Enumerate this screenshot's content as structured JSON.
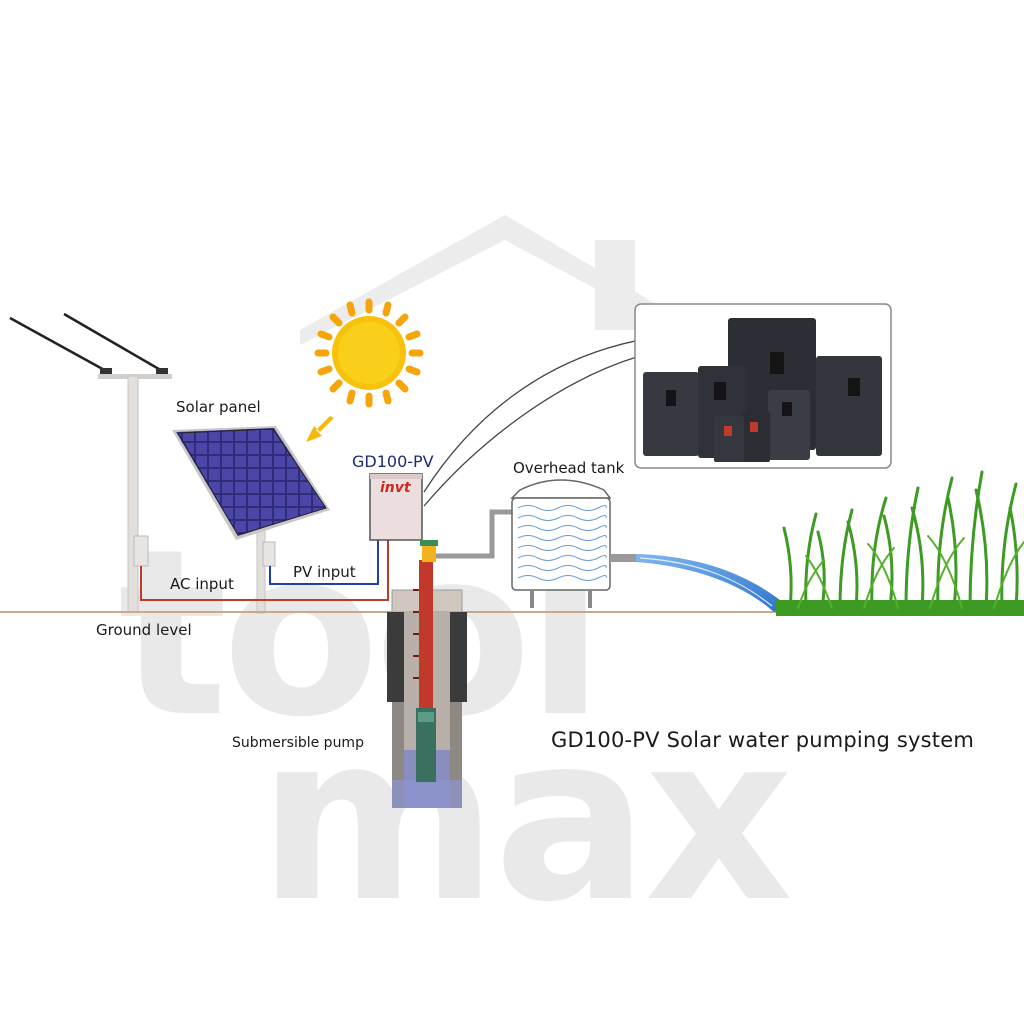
{
  "labels": {
    "solar_panel": "Solar panel",
    "controller_model": "GD100-PV",
    "controller_brand": "invt",
    "overhead_tank": "Overhead tank",
    "ac_input": "AC input",
    "pv_input": "PV input",
    "ground_level": "Ground level",
    "submersible_pump": "Submersible pump"
  },
  "caption": "GD100-PV Solar water pumping system",
  "watermark": {
    "line1": "tool",
    "line2": "max"
  },
  "colors": {
    "ac_wire": "#c0392b",
    "pv_wire": "#1f3fae",
    "sun": "#f5b90a",
    "panel": "#2f2c7a",
    "ground": "#c8a98a",
    "grass": "#3d9a22",
    "water": "#4a8fd8"
  }
}
